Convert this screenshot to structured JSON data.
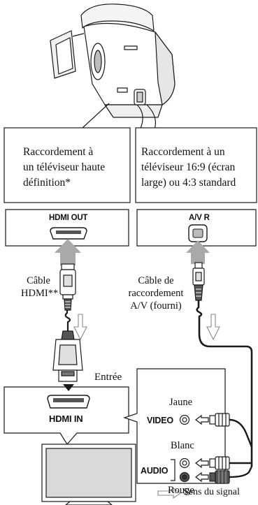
{
  "connections": {
    "hd": {
      "title_lines": [
        "Raccordement à",
        "un téléviseur haute",
        "définition*"
      ],
      "out_port": "HDMI OUT",
      "cable_lines": [
        "Câble",
        "HDMI**"
      ],
      "in_label": "Entrée",
      "in_port": "HDMI IN"
    },
    "std": {
      "title_lines": [
        "Raccordement à un",
        "téléviseur 16:9 (écran",
        "large) ou 4:3 standard"
      ],
      "out_port": "A/V R",
      "cable_lines": [
        "Câble de",
        "raccordement",
        "A/V (fourni)"
      ],
      "plugs": {
        "yellow": "Jaune",
        "white": "Blanc",
        "red": "Rouge"
      },
      "video_port": "VIDEO",
      "audio_port": "AUDIO"
    }
  },
  "legend": {
    "signal_flow": "Sens du signal"
  },
  "colors": {
    "line": "#1a1a1a",
    "arrow_gray": "#a9a9a9",
    "fill_gray": "#d9d9d9",
    "dark_gray": "#555555"
  }
}
